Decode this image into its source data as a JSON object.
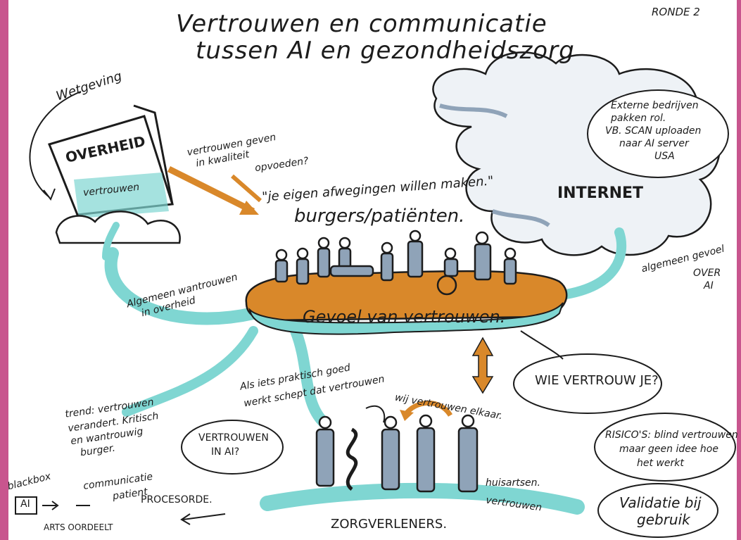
{
  "title": {
    "line1": "Vertrouwen en communicatie",
    "line2": "tussen AI en gezondheidszorg",
    "round": "RONDE 2"
  },
  "government": {
    "label": "OVERHEID",
    "trust": "vertrouwen",
    "law": "Wetgeving",
    "distrust": [
      "Algemeen wantrouwen",
      "in overheid"
    ]
  },
  "quality": [
    "vertrouwen geven",
    "in kwaliteit",
    "opvoeden?"
  ],
  "quote": "\"je eigen afwegingen willen maken.\"",
  "citizens": "burgers/patiënten.",
  "platform": "Gevoel van vertrouwen.",
  "internet": {
    "label": "INTERNET",
    "note": [
      "Externe bedrijven",
      "pakken rol.",
      "VB. SCAN uploaden",
      "naar AI server",
      "USA"
    ],
    "feeling": [
      "algemeen gevoel",
      "OVER",
      "AI"
    ]
  },
  "practical": [
    "Als iets praktisch goed",
    "werkt schept dat vertrouwen"
  ],
  "mutual": "wij vertrouwen elkaar.",
  "who": "WIE VERTROUW JE?",
  "trend": [
    "trend: vertrouwen",
    "verandert. Kritisch",
    "en wantrouwig",
    "burger."
  ],
  "ai_trust": [
    "VERTROUWEN",
    "IN AI?"
  ],
  "risk": [
    "RISICO'S: blind vertrouwen",
    "maar geen idee hoe",
    "het werkt"
  ],
  "validation": [
    "Validatie bij",
    "gebruik"
  ],
  "care": {
    "label": "ZORGVERLENERS.",
    "trust": "vertrouwen",
    "gp": "huisartsen."
  },
  "flow": {
    "blackbox": "blackbox",
    "ai": "AI",
    "communication": [
      "communicatie",
      "patient"
    ],
    "doctor": "ARTS OORDEELT",
    "process": "PROCESORDE."
  },
  "colors": {
    "accent_pink": "#c8558e",
    "teal": "#7fd6d2",
    "orange": "#d9882a",
    "ink": "#1c1c1c",
    "shade": "#8fa3b8"
  }
}
